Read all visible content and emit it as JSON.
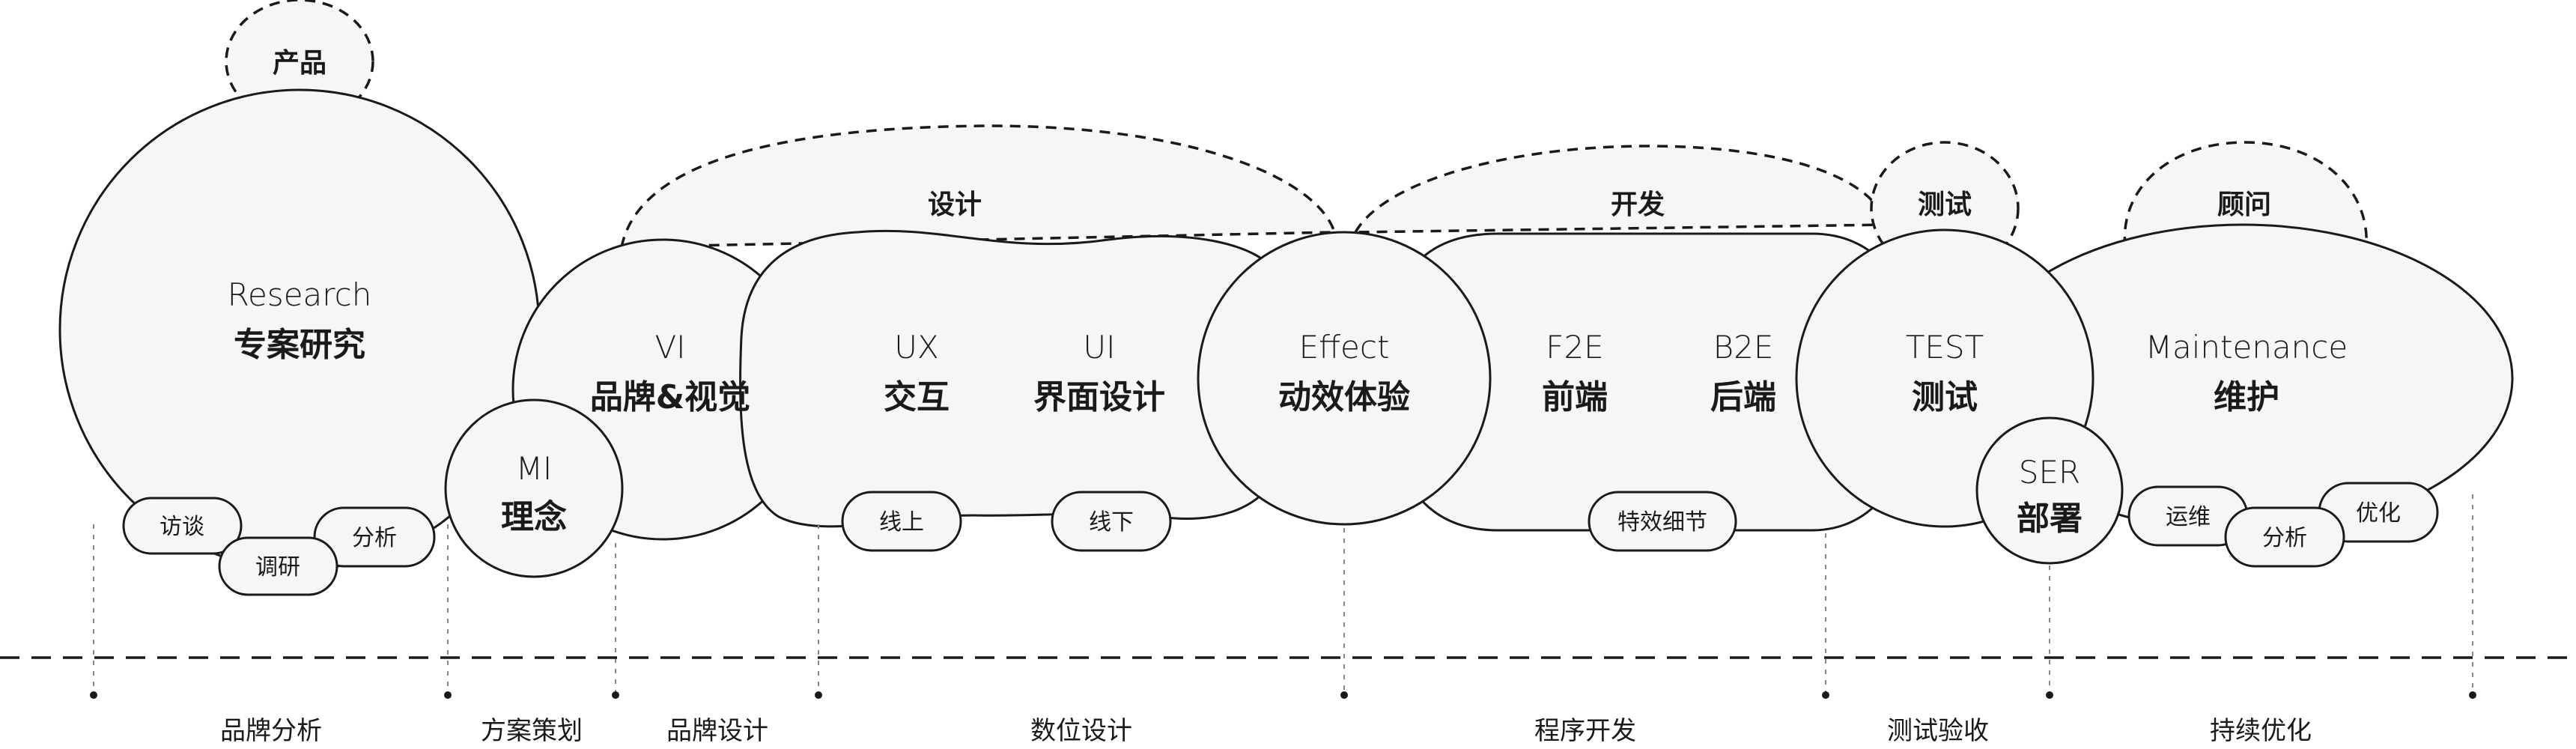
{
  "top_labels": {
    "product": "产品",
    "design": "设计",
    "develop": "开发",
    "test": "测试",
    "consult": "顾问"
  },
  "nodes": {
    "research": {
      "en": "Research",
      "zh": "专案研究"
    },
    "vi": {
      "en": "VI",
      "zh": "品牌&视觉"
    },
    "mi": {
      "en": "MI",
      "zh": "理念"
    },
    "ux": {
      "en": "UX",
      "zh": "交互"
    },
    "ui": {
      "en": "UI",
      "zh": "界面设计"
    },
    "effect": {
      "en": "Effect",
      "zh": "动效体验"
    },
    "f2e": {
      "en": "F2E",
      "zh": "前端"
    },
    "b2e": {
      "en": "B2E",
      "zh": "后端"
    },
    "test": {
      "en": "TEST",
      "zh": "测试"
    },
    "ser": {
      "en": "SER",
      "zh": "部署"
    },
    "maintenance": {
      "en": "Maintenance",
      "zh": "维护"
    }
  },
  "pills": {
    "interview": "访谈",
    "survey": "调研",
    "analysis1": "分析",
    "online": "线上",
    "offline": "线下",
    "effect_detail": "特效细节",
    "ops": "运维",
    "analysis2": "分析",
    "optimize": "优化"
  },
  "stages": {
    "brand_analysis": "品牌分析",
    "planning": "方案策划",
    "brand_design": "品牌设计",
    "digital_design": "数位设计",
    "program_dev": "程序开发",
    "test_accept": "测试验收",
    "continuous_opt": "持续优化"
  }
}
